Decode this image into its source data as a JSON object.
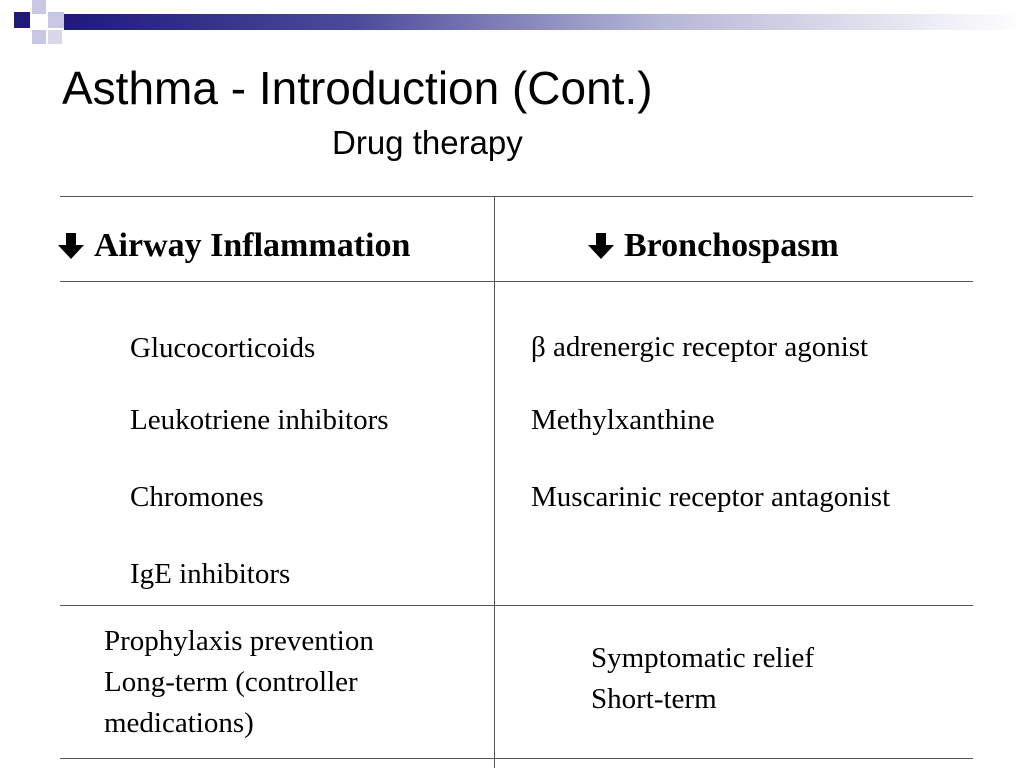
{
  "slide": {
    "title": "Asthma - Introduction (Cont.)",
    "subtitle": "Drug therapy"
  },
  "table": {
    "headers": [
      {
        "icon": "down-arrow-icon",
        "label": "Airway Inflammation"
      },
      {
        "icon": "down-arrow-icon",
        "label": "Bronchospasm"
      }
    ],
    "left_drugs": [
      "Glucocorticoids",
      "Leukotriene inhibitors",
      "Chromones",
      "IgE inhibitors"
    ],
    "right_drugs": [
      "β adrenergic receptor agonist",
      "Methylxanthine",
      "Muscarinic receptor antagonist"
    ],
    "left_notes": [
      "Prophylaxis prevention",
      "Long-term (controller",
      "medications)"
    ],
    "right_notes": [
      "Symptomatic relief",
      "Short-term"
    ]
  },
  "colors": {
    "accent_dark": "#1f1a7a",
    "accent_light": "#c8c8e4",
    "line": "#555555"
  }
}
